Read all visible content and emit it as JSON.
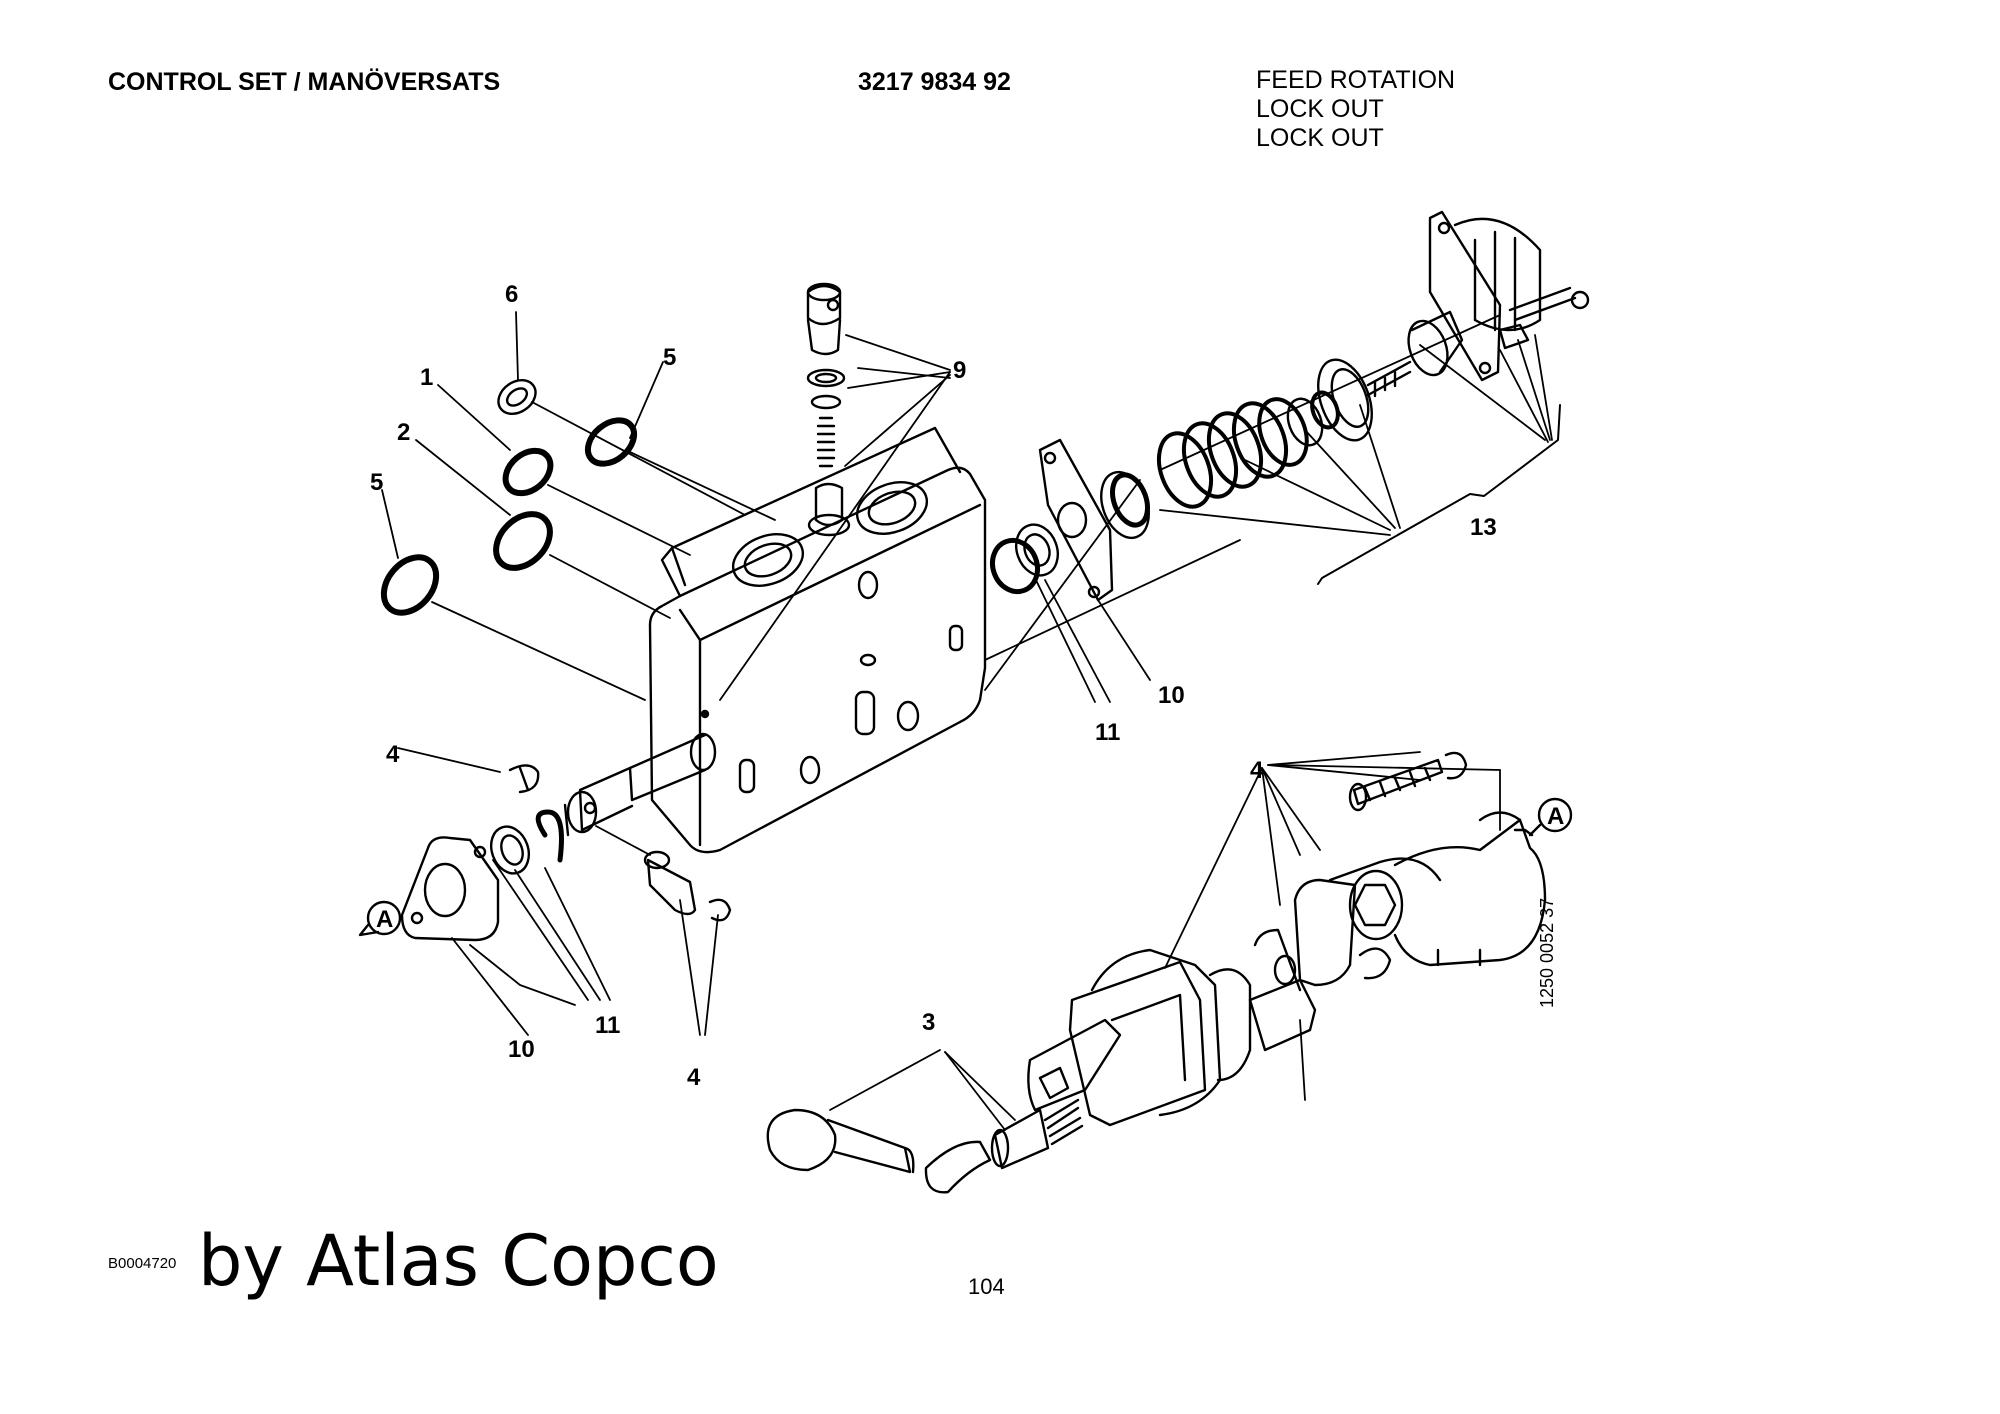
{
  "header": {
    "title": "CONTROL SET / MANÖVERSATS",
    "part_number": "3217 9834 92",
    "functions": [
      "FEED ROTATION",
      "LOCK OUT",
      "LOCK OUT"
    ]
  },
  "diagram": {
    "callouts": [
      "1",
      "2",
      "3",
      "4",
      "5",
      "6",
      "9",
      "10",
      "11",
      "13"
    ],
    "reference_marks": [
      "A",
      "A"
    ],
    "drawing_code": "1250 0052 37"
  },
  "footer": {
    "image_id": "B0004720",
    "brand": "by Atlas Copco",
    "page_number": "104"
  }
}
